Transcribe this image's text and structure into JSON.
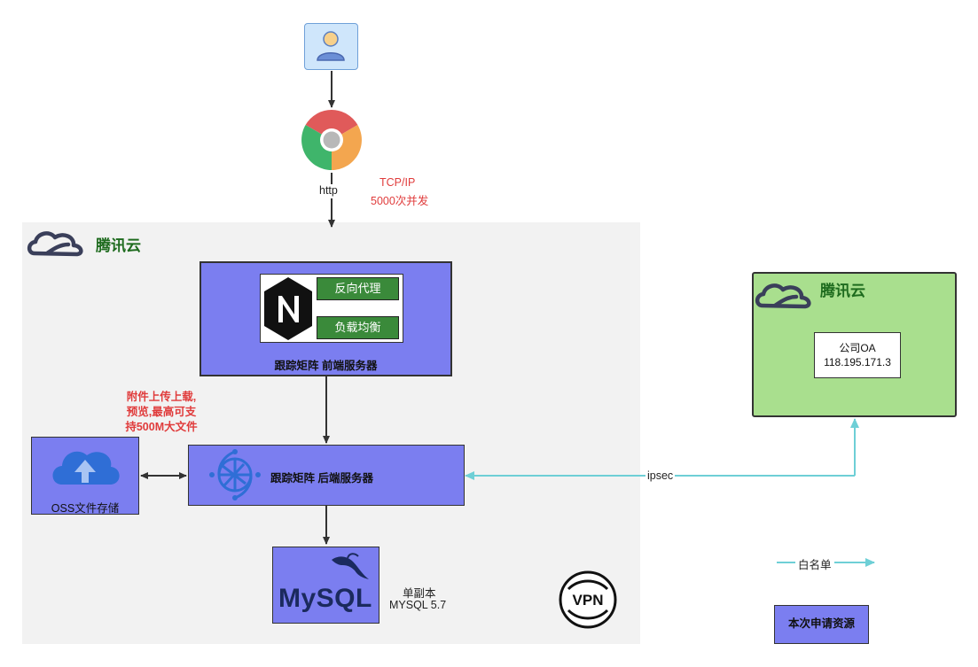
{
  "tencent_cloud_main": {
    "label": "腾讯云"
  },
  "tencent_cloud_oa": {
    "label": "腾讯云"
  },
  "protocol": {
    "http": "http",
    "tcp_ip": "TCP/IP",
    "concurrency": "5000次并发"
  },
  "frontend": {
    "label": "跟踪矩阵 前端服务器",
    "reverse_proxy": "反向代理",
    "load_balance": "负载均衡"
  },
  "backend": {
    "label": "跟踪矩阵 后端服务器"
  },
  "attachment_note": {
    "line1": "附件上传上载,",
    "line2": "预览,最高可支",
    "line3": "持500M大文件"
  },
  "oss": {
    "label": "OSS文件存储"
  },
  "mysql": {
    "logo_text": "MySQL",
    "note_line1": "单副本",
    "note_line2": "MYSQL 5.7"
  },
  "oa": {
    "name": "公司OA",
    "ip": "118.195.171.3"
  },
  "ipsec": {
    "label": "ipsec"
  },
  "legend": {
    "whitelist": "白名单",
    "resource": "本次申请资源"
  },
  "vpn": {
    "label": "VPN"
  },
  "colors": {
    "server_box": "#7b7ef0",
    "oa_zone": "#a9df8e",
    "whitelist_arrow": "#6ecfd6",
    "nginx_button": "#3a8a3a",
    "note_red": "#e03c3c"
  }
}
